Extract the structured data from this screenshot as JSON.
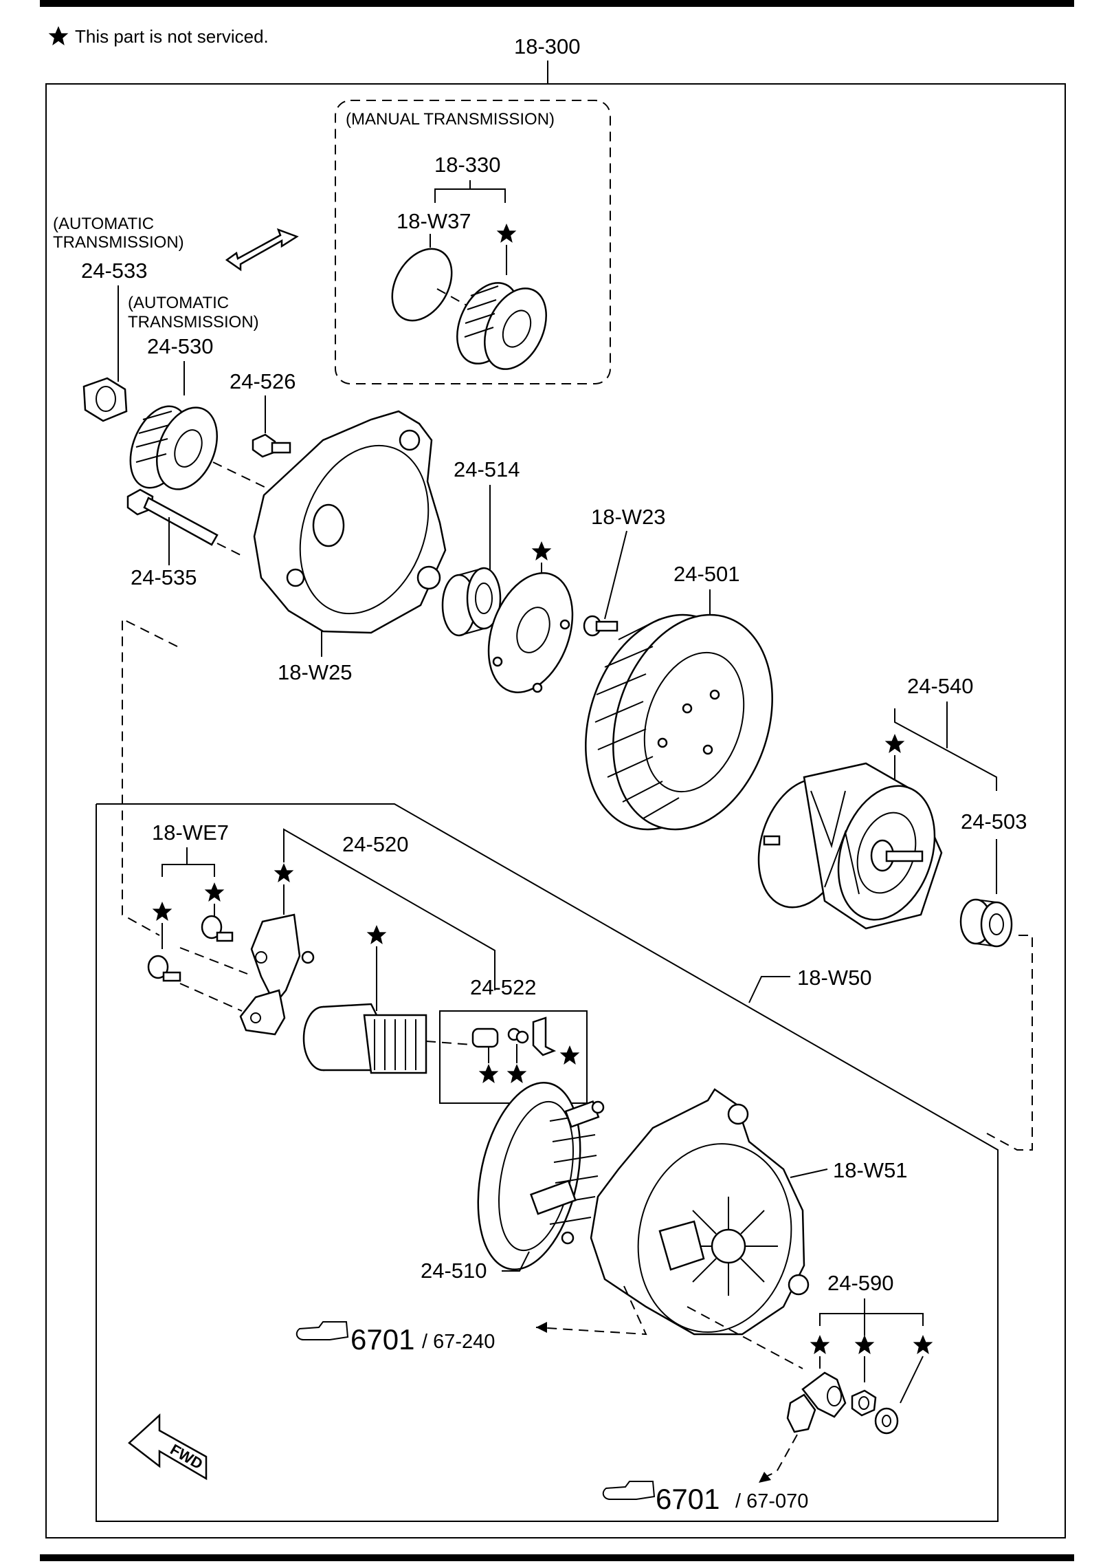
{
  "legend": {
    "note": "This part is not serviced."
  },
  "labels": {
    "assembly": "18-300",
    "manual_group": "(MANUAL TRANSMISSION)",
    "pulley_mt": "18-330",
    "cap_mt": "18-W37",
    "nut_at_note_1": "(AUTOMATIC",
    "nut_at_note_2": "TRANSMISSION)",
    "nut": "24-533",
    "pulley_at_note_1": "(AUTOMATIC",
    "pulley_at_note_2": "TRANSMISSION)",
    "pulley_at": "24-530",
    "bolt_small": "24-526",
    "through_bolt": "24-535",
    "front_bracket": "18-W25",
    "bearing_front": "24-514",
    "screw": "18-W23",
    "stator": "24-501",
    "rotor": "24-540",
    "bearing_rear": "24-503",
    "screws_we7": "18-WE7",
    "regulator": "24-520",
    "brush_set": "24-522",
    "rear_group": "18-W50",
    "rectifier": "24-510",
    "rear_bracket": "18-W51",
    "terminal_set": "24-590",
    "ref1_num": "6701",
    "ref1_page": "/ 67-240",
    "ref2_num": "6701",
    "ref2_page": "/ 67-070",
    "fwd": "FWD"
  }
}
